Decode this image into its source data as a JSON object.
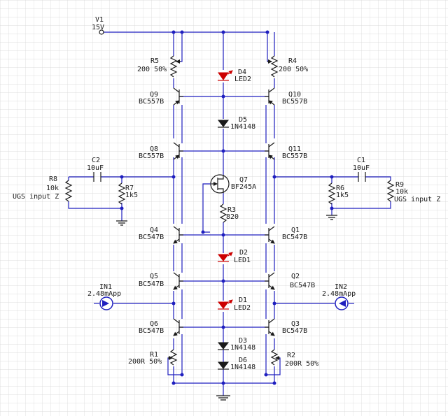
{
  "components": {
    "V1": {
      "ref": "V1",
      "value": "15V"
    },
    "R5": {
      "ref": "R5",
      "value": "200 50%"
    },
    "R4": {
      "ref": "R4",
      "value": "200 50%"
    },
    "D4": {
      "ref": "D4",
      "value": "LED2"
    },
    "Q9": {
      "ref": "Q9",
      "value": "BC557B"
    },
    "Q10": {
      "ref": "Q10",
      "value": "BC557B"
    },
    "D5": {
      "ref": "D5",
      "value": "1N4148"
    },
    "Q8": {
      "ref": "Q8",
      "value": "BC557B"
    },
    "Q11": {
      "ref": "Q11",
      "value": "BC557B"
    },
    "C2": {
      "ref": "C2",
      "value": "10uF"
    },
    "C1": {
      "ref": "C1",
      "value": "10uF"
    },
    "R8": {
      "ref": "R8",
      "value": "10k",
      "note": "UGS input Z"
    },
    "R9": {
      "ref": "R9",
      "value": "10k",
      "note": "UGS input Z"
    },
    "R7": {
      "ref": "R7",
      "value": "1k5"
    },
    "R6": {
      "ref": "R6",
      "value": "1k5"
    },
    "Q7": {
      "ref": "Q7",
      "value": "BF245A"
    },
    "R3": {
      "ref": "R3",
      "value": "820"
    },
    "Q4": {
      "ref": "Q4",
      "value": "BC547B"
    },
    "Q1": {
      "ref": "Q1",
      "value": "BC547B"
    },
    "D2": {
      "ref": "D2",
      "value": "LED1"
    },
    "Q5": {
      "ref": "Q5",
      "value": "BC547B"
    },
    "Q2": {
      "ref": "Q2",
      "value": "BC547B"
    },
    "IN1": {
      "ref": "IN1",
      "value": "2.48mApp"
    },
    "IN2": {
      "ref": "IN2",
      "value": "2.48mApp"
    },
    "D1": {
      "ref": "D1",
      "value": "LED2"
    },
    "Q6": {
      "ref": "Q6",
      "value": "BC547B"
    },
    "Q3": {
      "ref": "Q3",
      "value": "BC547B"
    },
    "D3": {
      "ref": "D3",
      "value": "1N4148"
    },
    "D6": {
      "ref": "D6",
      "value": "1N4148"
    },
    "R1": {
      "ref": "R1",
      "value": "200R 50%"
    },
    "R2": {
      "ref": "R2",
      "value": "200R 50%"
    }
  },
  "colors": {
    "wire": "#1f1fbf",
    "component": "#1a1a1a",
    "led": "#cc0000",
    "source": "#1f1fbf",
    "grid": "#d0d0d0"
  }
}
